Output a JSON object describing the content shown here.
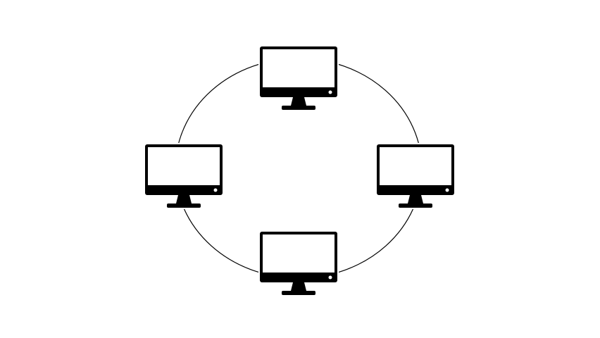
{
  "diagram": {
    "topology": "ring",
    "node_icon": "monitor-icon",
    "node_count": 4,
    "nodes": [
      {
        "id": "top"
      },
      {
        "id": "right"
      },
      {
        "id": "bottom"
      },
      {
        "id": "left"
      }
    ],
    "links": [
      [
        "top",
        "right"
      ],
      [
        "right",
        "bottom"
      ],
      [
        "bottom",
        "left"
      ],
      [
        "left",
        "top"
      ]
    ],
    "colors": {
      "background": "#ffffff",
      "line": "#000000",
      "monitor": "#000000",
      "screen": "#ffffff"
    }
  }
}
